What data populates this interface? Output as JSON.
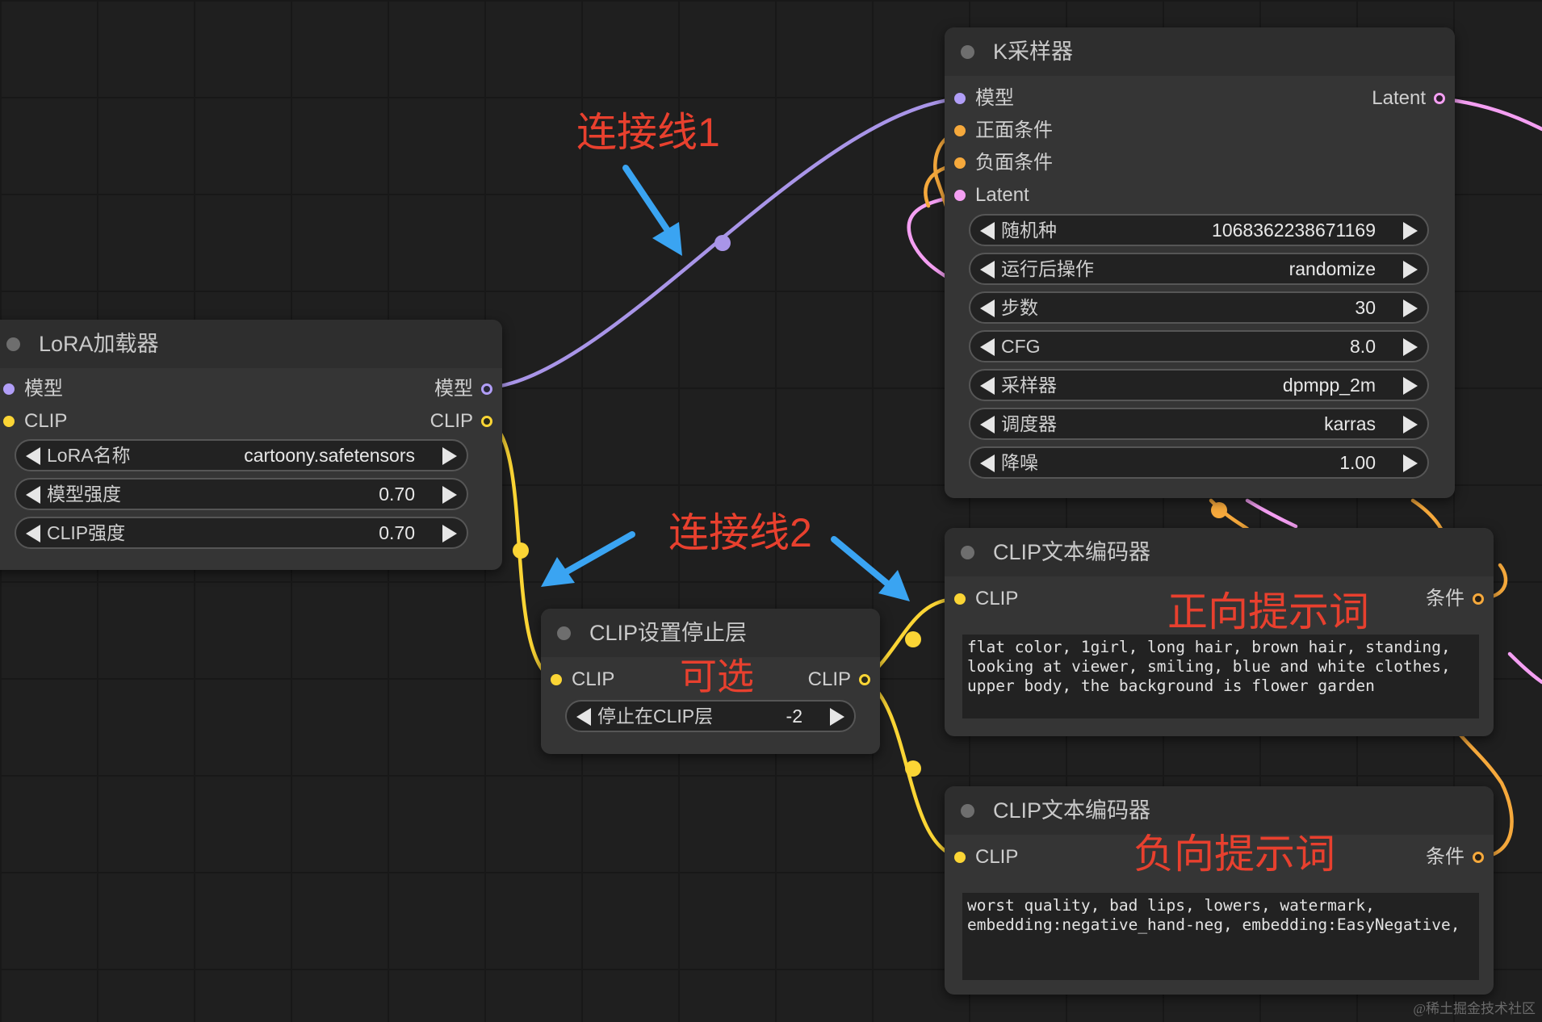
{
  "colors": {
    "model": "#b19ef7",
    "clip": "#fbd535",
    "conditioning": "#f6a93c",
    "latent": "#f49ff2",
    "annotation": "#e8402e",
    "annotation_arrow": "#3aa4f2"
  },
  "lora_loader": {
    "title": "LoRA加载器",
    "inputs": [
      "模型",
      "CLIP"
    ],
    "outputs": [
      "模型",
      "CLIP"
    ],
    "widgets": [
      {
        "label": "LoRA名称",
        "value": "cartoony.safetensors"
      },
      {
        "label": "模型强度",
        "value": "0.70"
      },
      {
        "label": "CLIP强度",
        "value": "0.70"
      }
    ]
  },
  "ksampler": {
    "title": "K采样器",
    "inputs": [
      "模型",
      "正面条件",
      "负面条件",
      "Latent"
    ],
    "output": "Latent",
    "widgets": [
      {
        "label": "随机种",
        "value": "1068362238671169"
      },
      {
        "label": "运行后操作",
        "value": "randomize"
      },
      {
        "label": "步数",
        "value": "30"
      },
      {
        "label": "CFG",
        "value": "8.0"
      },
      {
        "label": "采样器",
        "value": "dpmpp_2m"
      },
      {
        "label": "调度器",
        "value": "karras"
      },
      {
        "label": "降噪",
        "value": "1.00"
      }
    ]
  },
  "clip_skip": {
    "title": "CLIP设置停止层",
    "input": "CLIP",
    "output": "CLIP",
    "widget": {
      "label": "停止在CLIP层",
      "value": "-2"
    }
  },
  "clip_encode_positive": {
    "title": "CLIP文本编码器",
    "input": "CLIP",
    "output": "条件",
    "text": "flat color, 1girl, long hair, brown hair, standing, looking at viewer, smiling, blue and white clothes, upper body, the background is flower garden"
  },
  "clip_encode_negative": {
    "title": "CLIP文本编码器",
    "input": "CLIP",
    "output": "条件",
    "text": "worst quality, bad lips, lowers, watermark, embedding:negative_hand-neg, embedding:EasyNegative,"
  },
  "annotations": {
    "link1": "连接线1",
    "link2": "连接线2",
    "optional": "可选",
    "positive_prompt": "正向提示词",
    "negative_prompt": "负向提示词"
  },
  "watermark": "@稀土掘金技术社区"
}
